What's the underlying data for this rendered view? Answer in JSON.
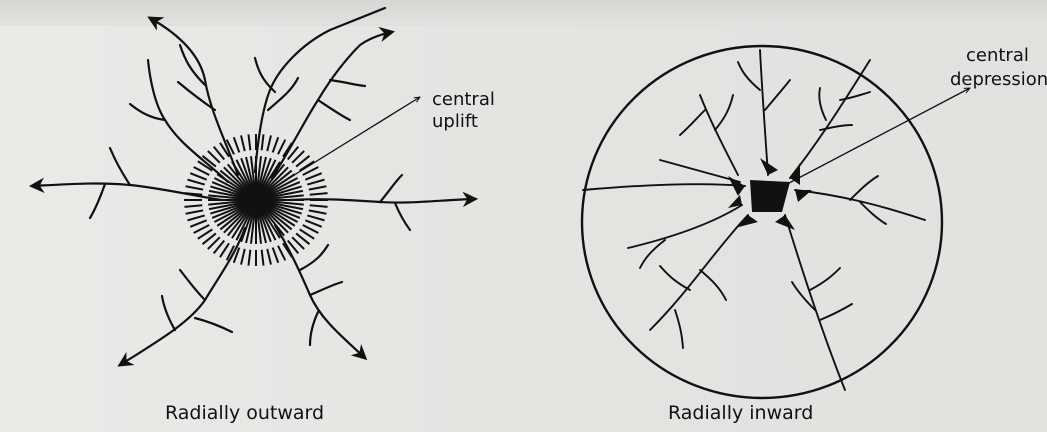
{
  "figure": {
    "left_panel": {
      "annotation_line1": "central",
      "annotation_line2": "uplift",
      "caption": "Radially outward"
    },
    "right_panel": {
      "annotation_line1": "central",
      "annotation_line2": "depression",
      "caption": "Radially inward"
    }
  },
  "colors": {
    "ink": "#111111",
    "paper": "#e9e7e4"
  }
}
